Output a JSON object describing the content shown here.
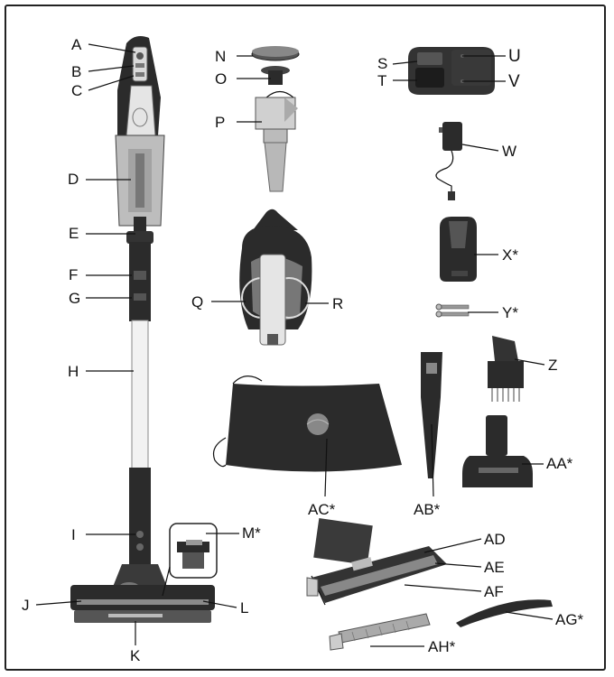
{
  "labels": {
    "A": "A",
    "B": "B",
    "C": "C",
    "D": "D",
    "E": "E",
    "F": "F",
    "G": "G",
    "H": "H",
    "I": "I",
    "J": "J",
    "K": "K",
    "L": "L",
    "M": "M*",
    "N": "N",
    "O": "O",
    "P": "P",
    "Q": "Q",
    "R": "R",
    "S": "S",
    "T": "T",
    "U": "U",
    "V": "V",
    "W": "W",
    "X": "X*",
    "Y": "Y*",
    "Z": "Z",
    "AA": "AA*",
    "AB": "AB*",
    "AC": "AC*",
    "AD": "AD",
    "AE": "AE",
    "AF": "AF",
    "AG": "AG*",
    "AH": "AH*"
  },
  "colors": {
    "dark": "#2b2b2b",
    "mid": "#6e6e6e",
    "light": "#bdbdbd",
    "silver": "#d9d9d9"
  }
}
